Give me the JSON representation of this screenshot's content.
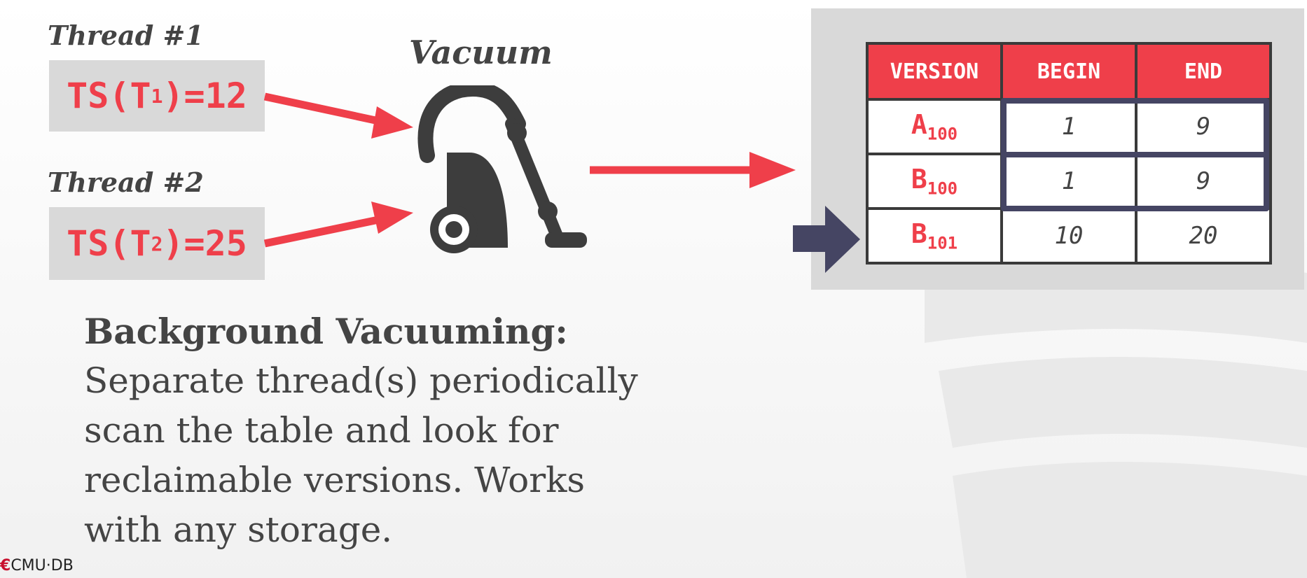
{
  "threads": [
    {
      "label": "Thread #1",
      "ts_prefix": "TS(T",
      "ts_sub": "1",
      "ts_suffix": ")=12"
    },
    {
      "label": "Thread #2",
      "ts_prefix": "TS(T",
      "ts_sub": "2",
      "ts_suffix": ")=25"
    }
  ],
  "vacuum": {
    "label": "Vacuum",
    "icon": "vacuum-cleaner-icon"
  },
  "description": {
    "heading": "Background Vacuuming:",
    "lines": [
      "Separate thread(s) periodically",
      "scan the table and look for",
      "reclaimable versions. Works",
      "with any storage."
    ]
  },
  "table": {
    "headers": [
      "VERSION",
      "BEGIN",
      "END"
    ],
    "rows": [
      {
        "ver": "A",
        "ver_sub": "100",
        "begin": "1",
        "end": "9"
      },
      {
        "ver": "B",
        "ver_sub": "100",
        "begin": "1",
        "end": "9"
      },
      {
        "ver": "B",
        "ver_sub": "101",
        "begin": "10",
        "end": "20"
      }
    ]
  },
  "logo": {
    "mark": "€",
    "text": "CMU·DB"
  },
  "colors": {
    "accent": "#ef3f4a",
    "highlight": "#454563",
    "text": "#444444",
    "panel": "#d9d9d9"
  }
}
